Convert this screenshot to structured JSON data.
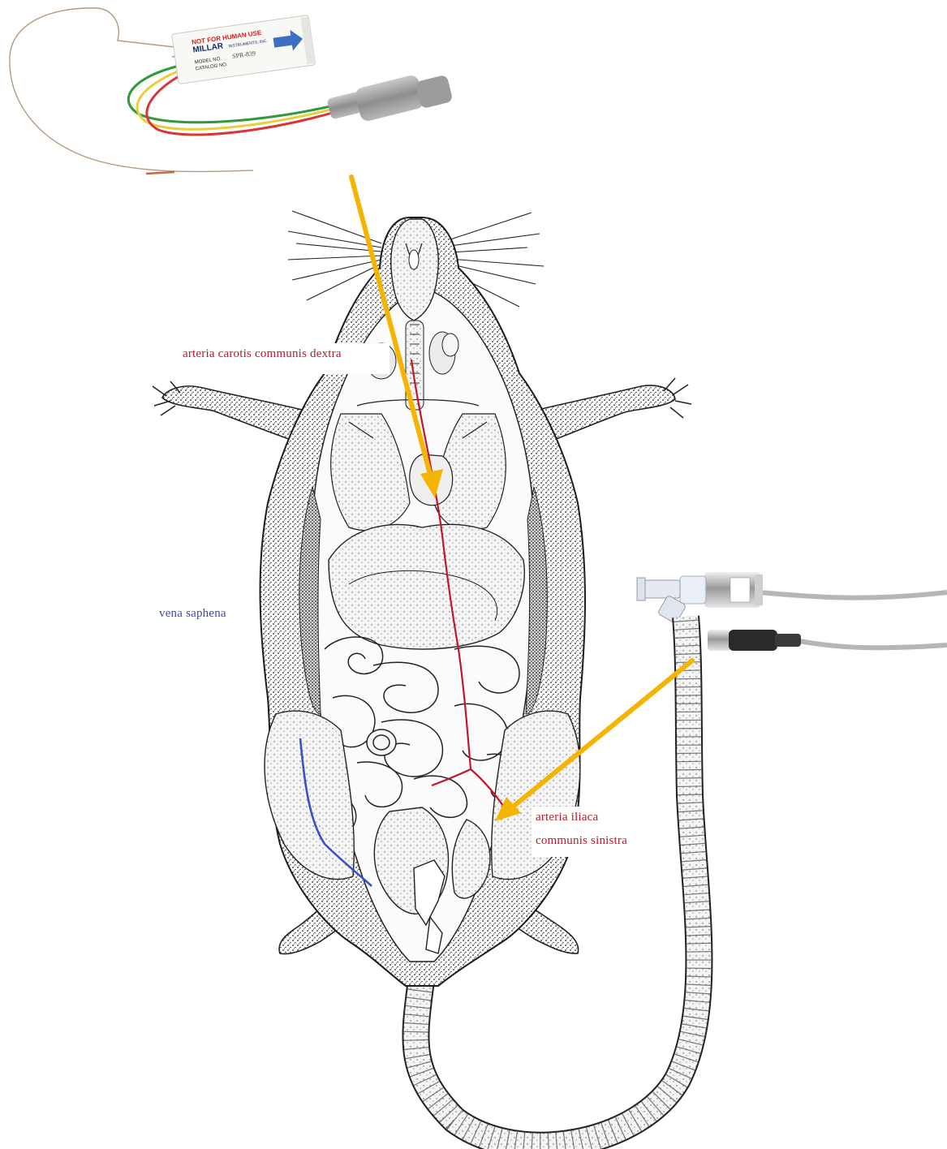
{
  "catheter": {
    "warning": "NOT FOR HUMAN USE",
    "brand": "MILLAR",
    "brand_suffix": "INSTRUMENTS, INC.",
    "model_label": "MODEL NO.",
    "model_value": "SPR-839",
    "catalog_label": "CATALOG NO."
  },
  "labels": {
    "carotid": "arteria carotis communis dextra",
    "saphena": "vena saphena",
    "iliaca_line1": "arteria iliaca",
    "iliaca_line2": "communis sinistra"
  },
  "colors": {
    "artery": "#c0172c",
    "vein": "#3b52c4",
    "arrow": "#f5b400",
    "wire_green": "#2e9a3a",
    "wire_red": "#d8343a",
    "wire_yellow": "#e8cf3a"
  }
}
